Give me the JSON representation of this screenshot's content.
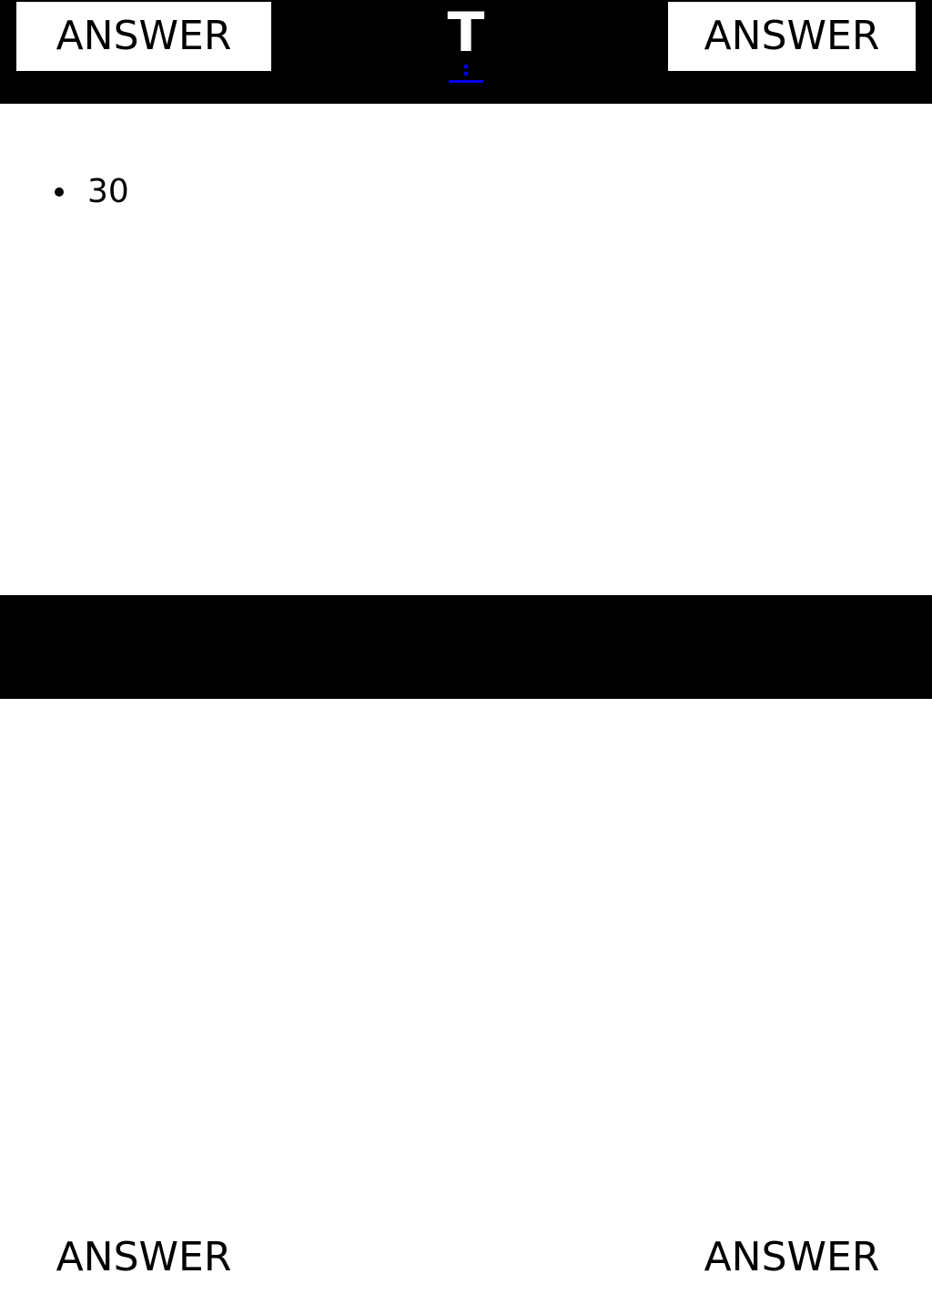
{
  "header": {
    "answer_top_left": "ANSWER",
    "answer_top_right": "ANSWER",
    "title_letter": "T",
    "title_link": ":"
  },
  "main": {
    "bullets": [
      {
        "text": "30"
      }
    ]
  },
  "footer": {
    "answer_bottom_left": "ANSWER",
    "answer_bottom_right": "ANSWER"
  },
  "colors": {
    "bar_background": "#000000",
    "box_background": "#ffffff",
    "link": "#0000ee"
  }
}
